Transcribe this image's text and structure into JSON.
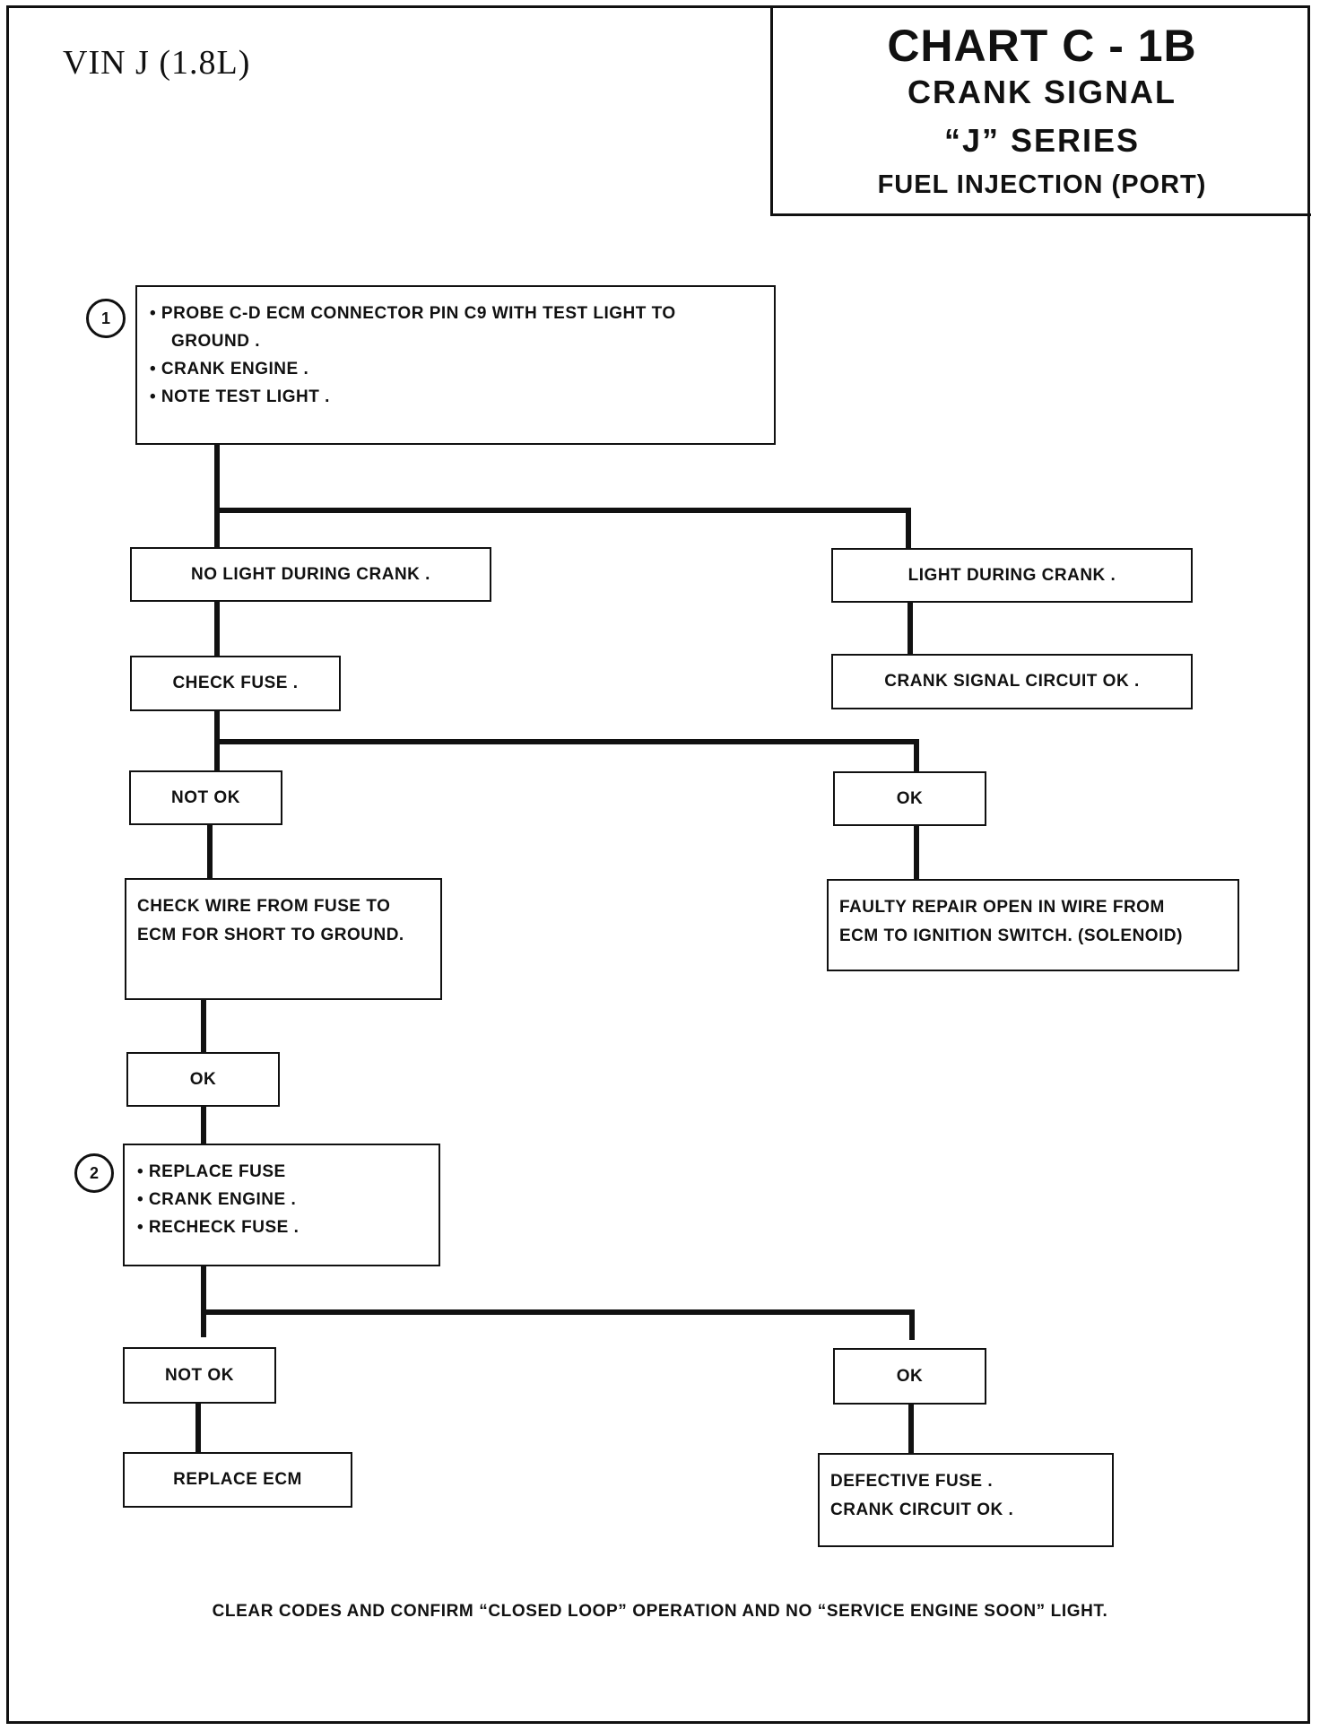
{
  "header": {
    "vin": "VIN  J  (1.8L)",
    "title": {
      "chart": "CHART C - 1B",
      "subtitle": "CRANK SIGNAL",
      "series": "“J”  SERIES",
      "system": "FUEL INJECTION  (PORT)"
    }
  },
  "steps": {
    "one": "1",
    "two": "2"
  },
  "boxes": {
    "probe": [
      "• PROBE C-D ECM CONNECTOR PIN C9 WITH TEST LIGHT TO",
      "GROUND .",
      "• CRANK ENGINE .",
      "• NOTE TEST LIGHT ."
    ],
    "no_light": "NO LIGHT DURING CRANK .",
    "light": "LIGHT DURING CRANK .",
    "check_fuse": "CHECK FUSE .",
    "crank_ok": "CRANK SIGNAL CIRCUIT OK .",
    "not_ok_1": "NOT OK",
    "ok_1": "OK",
    "check_wire": [
      "CHECK WIRE FROM FUSE TO",
      "ECM FOR SHORT TO GROUND."
    ],
    "faulty": [
      "FAULTY REPAIR OPEN IN WIRE FROM",
      "ECM TO IGNITION SWITCH. (SOLENOID)"
    ],
    "ok_2": "OK",
    "replace": [
      "• REPLACE FUSE",
      "• CRANK ENGINE .",
      "• RECHECK FUSE ."
    ],
    "not_ok_2": "NOT OK",
    "ok_3": "OK",
    "replace_ecm": "REPLACE ECM",
    "defective": [
      "DEFECTIVE FUSE .",
      "CRANK CIRCUIT OK ."
    ]
  },
  "footer": "CLEAR CODES AND CONFIRM  “CLOSED LOOP” OPERATION AND NO “SERVICE ENGINE SOON” LIGHT."
}
